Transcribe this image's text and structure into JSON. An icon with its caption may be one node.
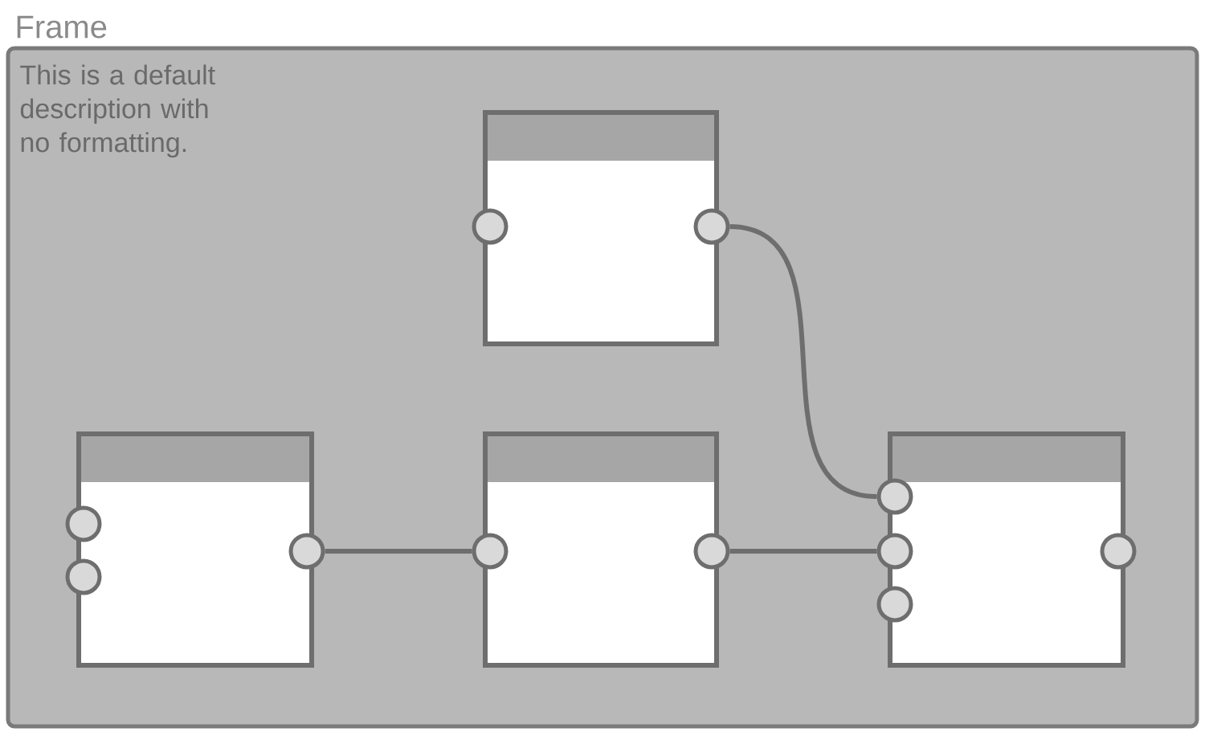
{
  "diagram": {
    "nodes": [
      {
        "text": [
          "Frame",
          "This is a default description with no formatting."
        ]
      },
      {
        "text": [],
        "shape": "box",
        "in": 0
      },
      {
        "text": [],
        "shape": "circle",
        "in": 1
      },
      {
        "text": [],
        "shape": "circle",
        "in": 1
      },
      {
        "text": [],
        "shape": "box",
        "in": 0
      },
      {
        "text": [],
        "shape": "circle",
        "in": 4
      },
      {
        "text": [],
        "shape": "circle",
        "in": 4
      },
      {
        "text": [],
        "shape": "circle",
        "in": 4
      },
      {
        "text": [],
        "shape": "box",
        "in": 0
      },
      {
        "text": [],
        "shape": "circle",
        "in": 8
      },
      {
        "text": [],
        "shape": "circle",
        "in": 8
      },
      {
        "text": [],
        "shape": "box",
        "in": 0
      },
      {
        "text": [],
        "shape": "circle",
        "in": 11
      },
      {
        "text": [],
        "shape": "circle",
        "in": 11
      },
      {
        "text": [],
        "shape": "circle",
        "in": 11
      },
      {
        "text": [],
        "shape": "circle",
        "in": 11
      }
    ],
    "edges": [
      {
        "from": 3,
        "to": 12,
        "arrow": "none"
      },
      {
        "from": 7,
        "to": 9,
        "arrow": "none"
      },
      {
        "from": 10,
        "to": 13,
        "arrow": "none"
      }
    ]
  }
}
